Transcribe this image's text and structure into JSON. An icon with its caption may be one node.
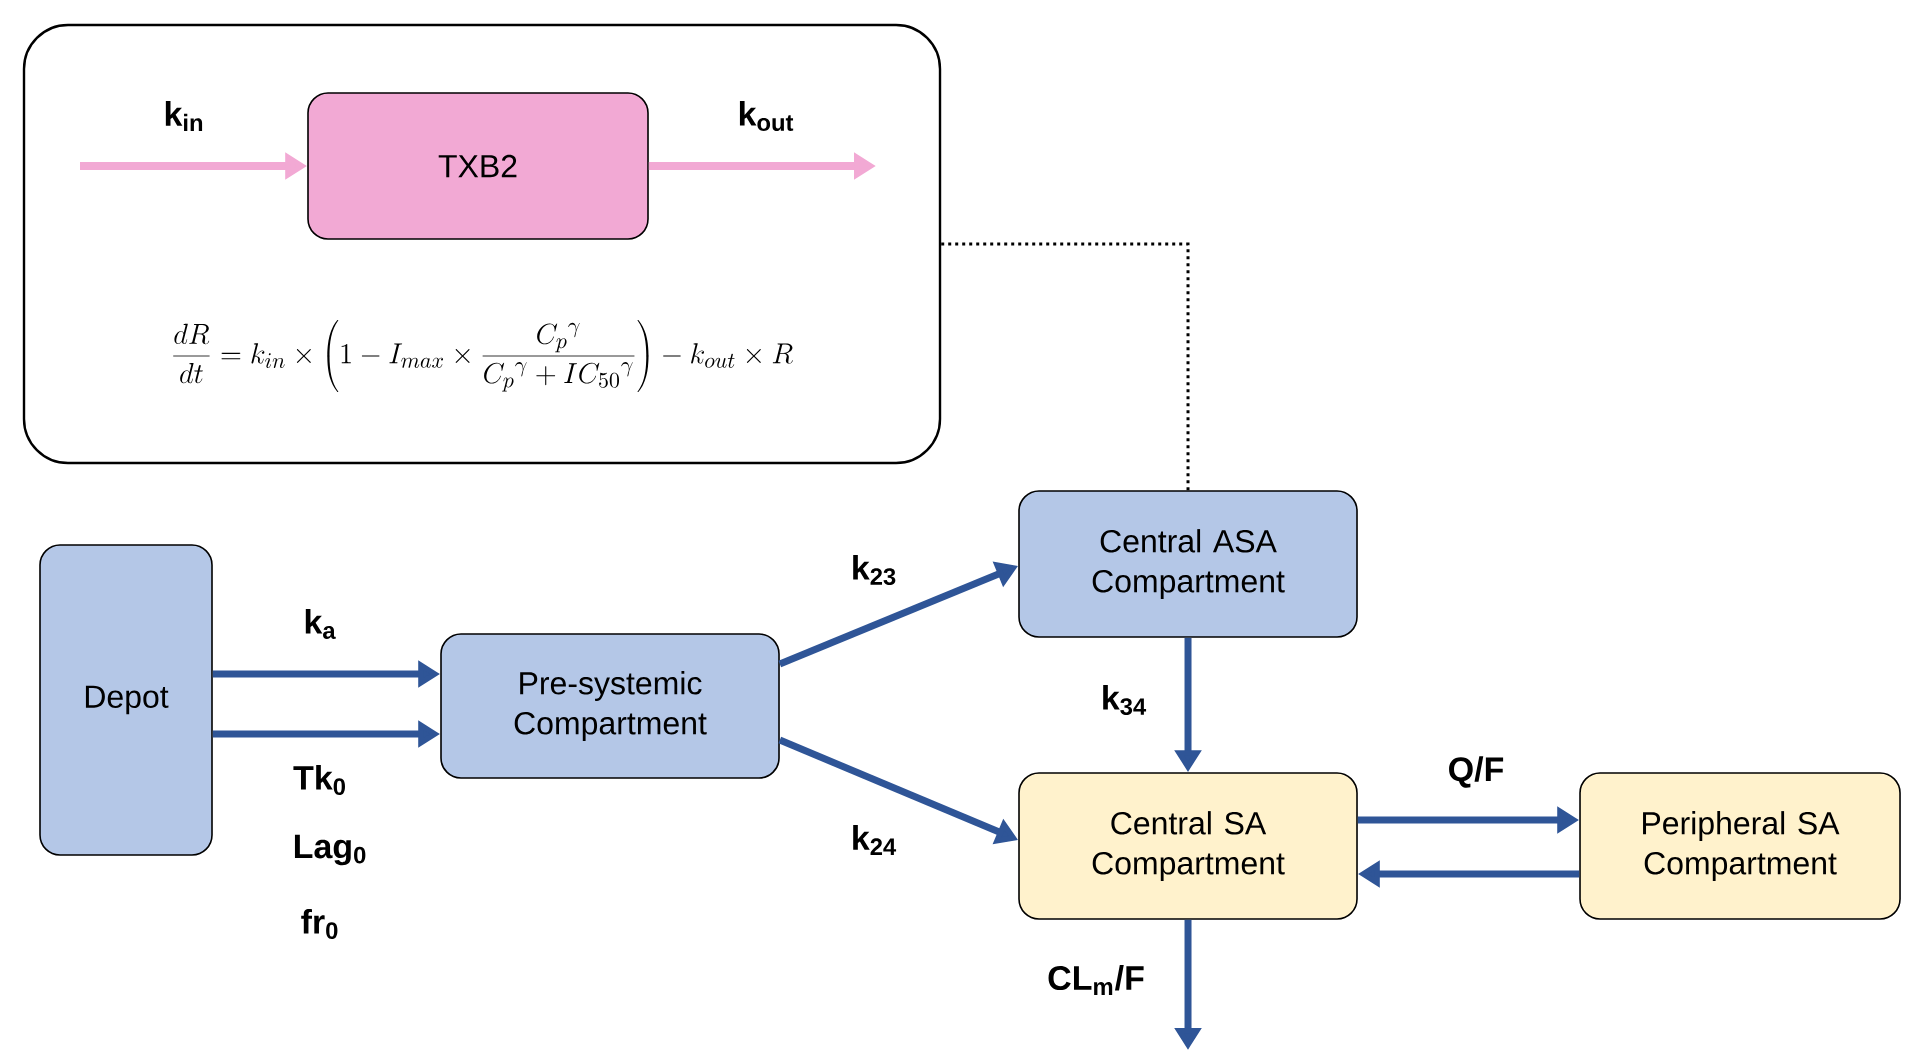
{
  "diagram": {
    "nodes": [
      {
        "text": [
          "\\frac{dR}{dt}=k_{in}\\times\\left(1-I_{max}\\times\\frac{{C_p}^{\\gamma}}{{C_p}^{\\gamma}+{IC_{50}}^{\\gamma}}\\right)-k_{out}\\times R"
        ]
      },
      {
        "text": [
          "TXB2"
        ],
        "in": 0
      },
      {
        "text": [
          "Depot"
        ]
      },
      {
        "text": [
          "Pre-systemic Compartment"
        ]
      },
      {
        "text": [
          "Central ASA Compartment"
        ]
      },
      {
        "text": [
          "Central SA Compartment"
        ]
      },
      {
        "text": [
          "Peripheral SA Compartment"
        ]
      }
    ],
    "edges": [
      {
        "from": null,
        "to": 1,
        "arrow": "to",
        "label": "k$_{in}$",
        "color": "#f2a9d4"
      },
      {
        "from": 1,
        "to": null,
        "arrow": "to",
        "label": "k$_{out}$",
        "color": "#f2a9d4"
      },
      {
        "from": 0,
        "to": 4,
        "arrow": "none",
        "style": "dashed",
        "color": "#000000"
      },
      {
        "from": 2,
        "to": 3,
        "arrow": "to",
        "label": "k$_{a}$"
      },
      {
        "from": 2,
        "to": 3,
        "arrow": "to",
        "label": "Tk$_{0}$"
      },
      {
        "from": 3,
        "to": 4,
        "arrow": "to",
        "label": "k$_{23}$"
      },
      {
        "from": 3,
        "to": 5,
        "arrow": "to",
        "label": "k$_{24}$"
      },
      {
        "from": 4,
        "to": 5,
        "arrow": "to",
        "label": "k$_{34}$"
      },
      {
        "from": 5,
        "to": 6,
        "arrow": "to",
        "label": "Q/F"
      },
      {
        "from": 6,
        "to": 5,
        "arrow": "to"
      },
      {
        "from": 5,
        "to": null,
        "arrow": "to",
        "label": "CL$_{m}$/F"
      }
    ],
    "labels": [
      "Lag$_{0}$",
      "fr$_{0}$"
    ]
  }
}
